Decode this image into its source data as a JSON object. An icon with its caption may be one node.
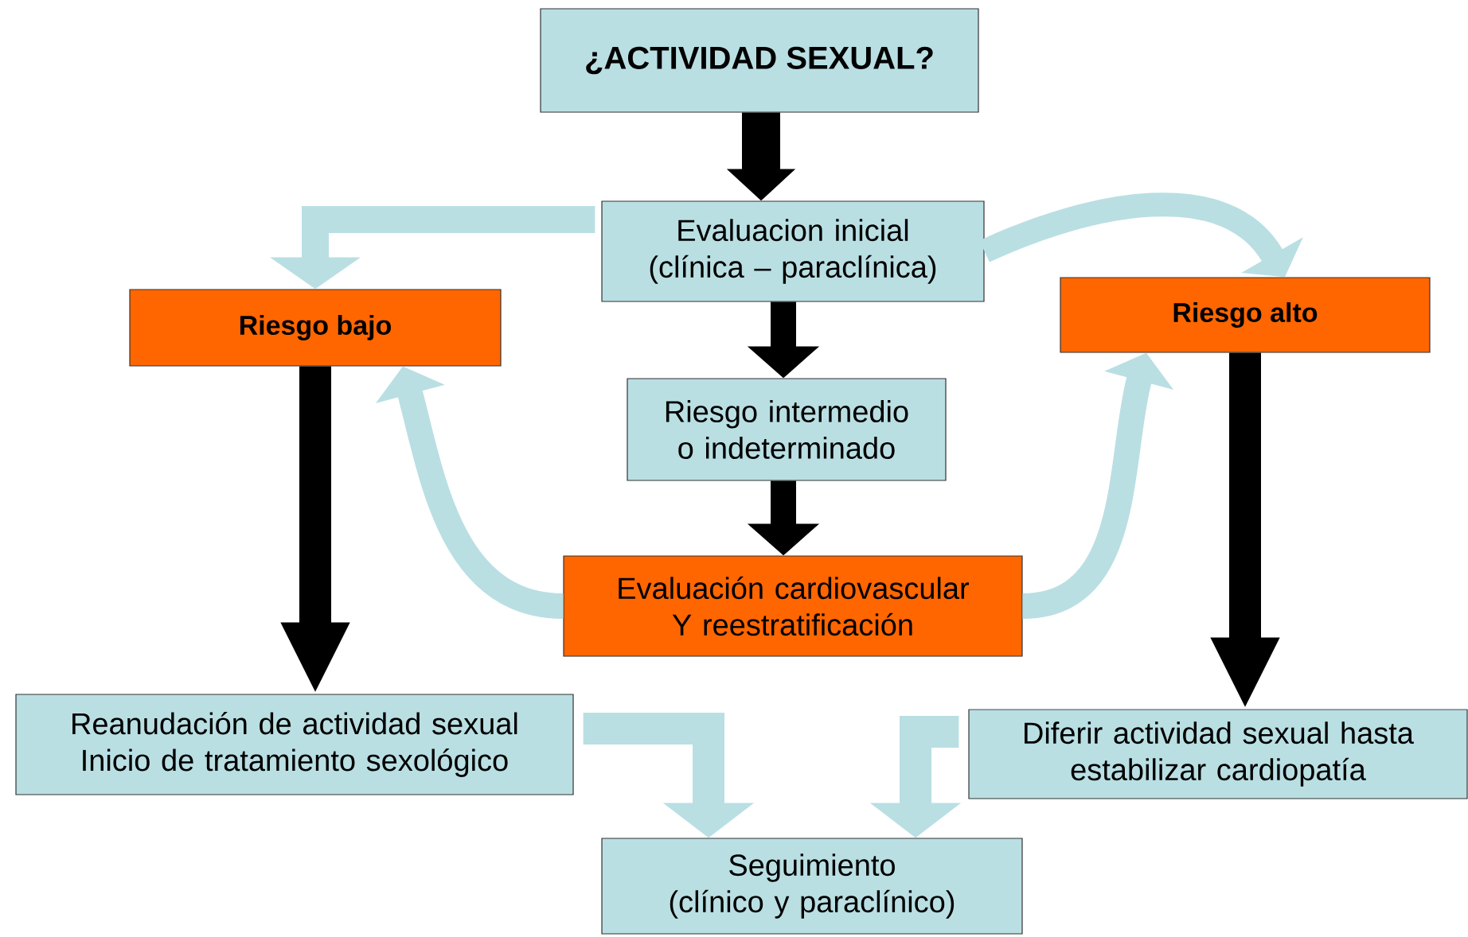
{
  "diagram": {
    "nodes": [
      {
        "text": [
          "¿ACTIVIDAD SEXUAL?"
        ]
      },
      {
        "text": [
          "Evaluacion inicial (clínica – paraclínica)"
        ]
      },
      {
        "text": [
          "Riesgo bajo"
        ]
      },
      {
        "text": [
          "Riesgo alto"
        ]
      },
      {
        "text": [
          "Riesgo intermedio o indeterminado"
        ]
      },
      {
        "text": [
          "Evaluación cardiovascular Y reestratificación"
        ]
      },
      {
        "text": [
          "Reanudación de actividad sexual Inicio de tratamiento sexológico"
        ]
      },
      {
        "text": [
          "Diferir actividad sexual hasta estabilizar cardiopatía"
        ]
      },
      {
        "text": [
          "Seguimiento (clínico y paraclínico)"
        ]
      }
    ],
    "edges": [
      {
        "from": 0,
        "to": 1,
        "arrow": "to",
        "color": "#000000"
      },
      {
        "from": 1,
        "to": 2,
        "arrow": "to"
      },
      {
        "from": 1,
        "to": 3,
        "arrow": "to"
      },
      {
        "from": 1,
        "to": 4,
        "arrow": "to",
        "color": "#000000"
      },
      {
        "from": 4,
        "to": 5,
        "arrow": "to",
        "color": "#000000"
      },
      {
        "from": 5,
        "to": 2,
        "arrow": "to"
      },
      {
        "from": 5,
        "to": 3,
        "arrow": "to"
      },
      {
        "from": 2,
        "to": 6,
        "arrow": "to",
        "color": "#000000"
      },
      {
        "from": 3,
        "to": 7,
        "arrow": "to",
        "color": "#000000"
      },
      {
        "from": 6,
        "to": 8,
        "arrow": "to"
      },
      {
        "from": 7,
        "to": 8,
        "arrow": "to"
      }
    ]
  }
}
